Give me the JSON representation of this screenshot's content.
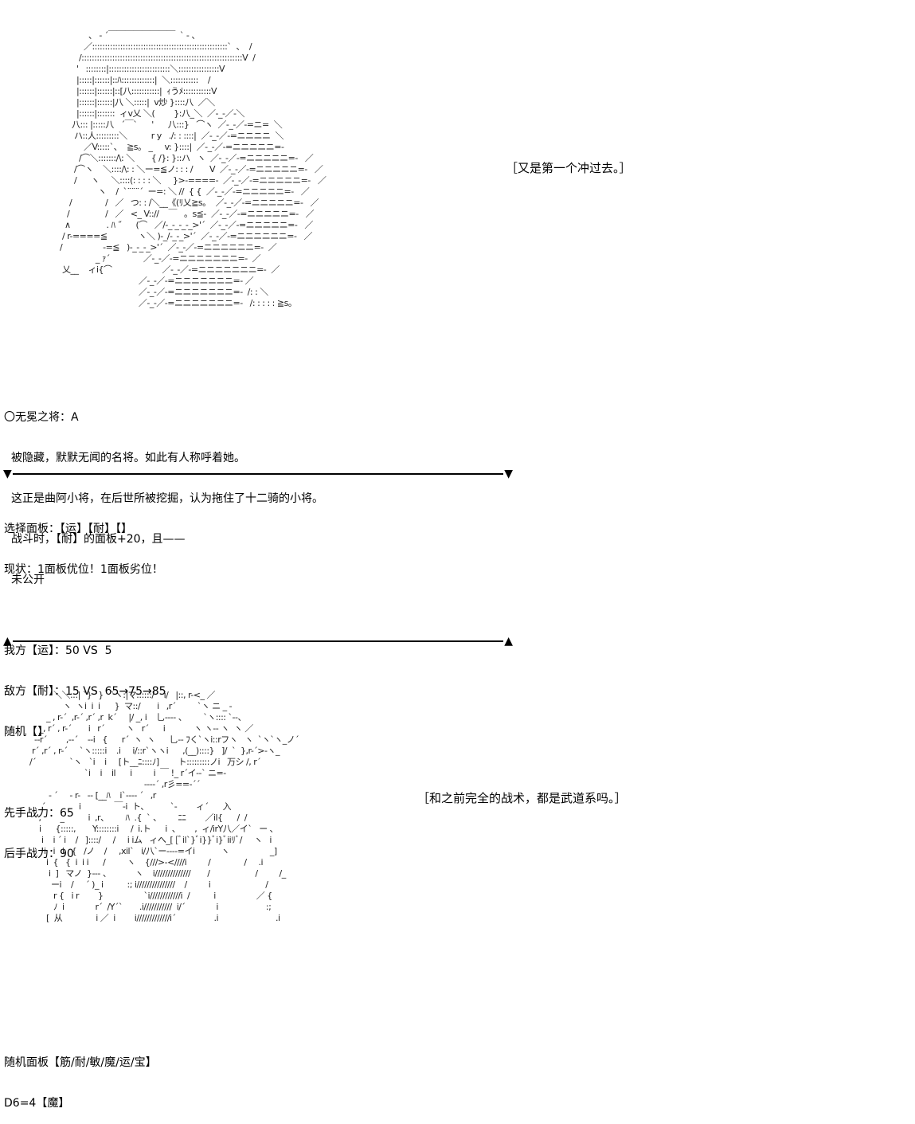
{
  "art_top": [
    "                   、 ‐ ´￣￣￣￣￣￣￣￣  ` ‐ 、",
    "                 ／:::::::::::::::::::::::::::::::::::::::::::::::::::::`  、  /",
    "               /:::::::::::::::::::::::::::::::::::::::::::::::::::::::::::::::V  /",
    "              '   ::::::::|::::::::::::::::::::::::＼::::::::::::::::V",
    "              |:::::|::::::|::ﾊ:::::::::::::|  ＼:::::::::::    /",
    "              |::::::|::::::|::[八:::::::::::|  ｨうﾒ:::::::::::V",
    "              |::::::|::::::|八 ＼:::::|  v炒 }::::八",
    "              |::::::|:::::::  ィv乂 ＼(        }:八_＼",
    "            八::: |:::::八   ´￣`      '      八:::}   ⌒ヽ",
    "             ハ::人:::::::::＼          r y   ./: : ::::|",
    "                 ／V:::::`、  ≧s。 _     v: }::::|",
    "               /⌒＼:::::::/\\: ＼       { /}: }::ハ   ヽ",
    "             /⌒ヽ    ＼::::/\\: : ＼ー=≦ノ: : : /       V",
    "             /      ヽ     ＼::::(: : : : ＼     }>-====-",
    "                       ヽ    /  `¨¨¨´  ー=: ＼ //  { {",
    "           /              /   ／   つ: : /＼__《(ﾘ乂≧s。",
    "          /               /   ／   <_ V:://    ￣   。s≦-",
    "         ∧               . ﾊ ˝      (⌒   ／/-_-_-_-_>'´",
    "        / r-====≦             ヽ＼ )-_/-_-_>'´",
    "       /                 -=≦   )-_-_-_>'´",
    "                      _ ｧ´",
    "        乂__    ィi{⌒"
  ],
  "art_board": [
    "                                                      ／＼",
    "                                                    ／-_-／-＼",
    "                                                  ／-_-／-=ニ=  ＼",
    "                                                ／-_-／-=ニニニニ  ＼",
    "                                              ／-_-／-=ニニニニニ=-",
    "                                            ／-_-／-=ニニニニニ=-   ／",
    "                                          ／-_-／-=ニニニニニ=-   ／",
    "                                        ／-_-／-=ニニニニニ=-   ／",
    "                                      ／-_-／-=ニニニニニ=-   ／",
    "                                    ／-_-／-=ニニニニニ=-   ／",
    "                                  ／-_-／-=ニニニニニ=-   ／",
    "                                ／-_-／-=ニニニニニ=-   ／",
    "                              ／-_-／-=ニニニニニニ=-   ／",
    "                            ／-_-／-=ニニニニニニ=-  ／",
    "                          ／-_-／-=ニニニニニニニ=-  ／",
    "                        ／-_-／-=ニニニニニニニ=-  ／",
    "                      ／-_-／-=ニニニニニニニ=- ／",
    "                    ／-_-／-=ニニニニニニニ=-  /: : ＼",
    "                  ／-_-／-=ニニニニニニニ=-   /: : : : : ≧s。"
  ],
  "art_bottom": [
    "             ＼＼:::| `} `}   `ヽ:|マ::::::/    i/   |::, r-<_ ／",
    "                 ヽ  ヽi  i  i      }  マ::/       i   ,r´         `ヽ ニ _ -",
    "          _ , r-´  ,r-´ ,r´ ,r  k´     |/ _, i    乚---- 、       `ヽ:::: `--、",
    "       _, r´ , r-´       i   r´         ヽ   r´      i            ヽ ヽ-- ヽ  ヽ ／",
    "     --r´        ,--´    --i   {      r´  ヽ  ヽ      乚-- ﾌく`ヽi::rフヽ   ヽ  `ヽ`ヽ_ノ´",
    "    r´ ,r´ , r-´     `ヽ:::::i    .i     i/::r`ヽヽi      ,(__)::::}   ]/  `  },r-´>-ヽ_",
    "   /´              `ヽ   `i    i     [ト__ﾆ::::ﾉ]        ト:::::::::ノi   万シ /, r´",
    "                          `i    i    il      i         i  ￣ !_ r´イ--` ニ=-",
    "                                                   ----´ ,r彡==-´´",
    "           - ´     - r-   -- [__ﾊ    i`---- ´   ,r",
    "        ´              i              ￣-i  ト、         `-        ィ´      入",
    "      ',        _          i  ,r、       ﾊ  .{  ` 、       ﾆﾆ        ／il{      /  /",
    "       i      {:::::,       Y::::::::i     /  i.ト      i  、      ,  ィ/irY八／イ`   ー ､",
    "        i    i ´ i    /   ]::::/     /     i iム   ィへ_[ [ﾞil`}ﾞi}}ﾞi}ﾞiiﾘﾞ/     ヽ   i",
    "         i   i   i   {   /ノ    /     ,xil`   i/八`ー----=イi           ヽ                 _]",
    "          i  {   {  i  i i      /         ヽ    {///>-<////i         /              /     .i",
    "           i  ]   マノ  }--- 、          ヽ    i//////////////       /                   /         /_",
    "            ーi    /     ´ )_ i          :; i///////////////    /         i                       /",
    "             r {   i r        }                 `i////////////i  /          i                 ／ {",
    "             ﾉ  i             r´  /Y´`       .i///////////  i/´             i                    :;",
    "          [  从              i ／  i        i/////////////i´                .i                        .i"
  ],
  "caption_top": "［又是第一个冲过去。］",
  "caption_bottom": "［和之前完全的战术，都是武道系吗。］",
  "profile": {
    "title": "〇无冕之将：A",
    "line1": "被隐藏，默默无闻的名将。如此有人称呼着她。",
    "line2": "这正是曲阿小将，在后世所被挖掘，认为拖住了十二骑的小将。",
    "line3": "战斗时，【耐】的面板+20，且——",
    "line4": "未公开"
  },
  "divider_top": {
    "left": "▼",
    "right": "▼"
  },
  "divider_bottom": {
    "left": "▲",
    "right": "▲"
  },
  "battle": {
    "select": "选择面板：【运】【耐】【】",
    "status": "现状：1面板优位！1面板劣位！",
    "ours": "我方【运】：50 VS  5",
    "enemy": "敌方【耐】：15 VS  65→75→85",
    "random": "随机【】",
    "first": "先手战力：65",
    "second": "后手战力：90"
  },
  "footer": {
    "random_panel": "随机面板【筋/耐/敏/魔/运/宝】",
    "dice": "D6=4【魔】"
  }
}
